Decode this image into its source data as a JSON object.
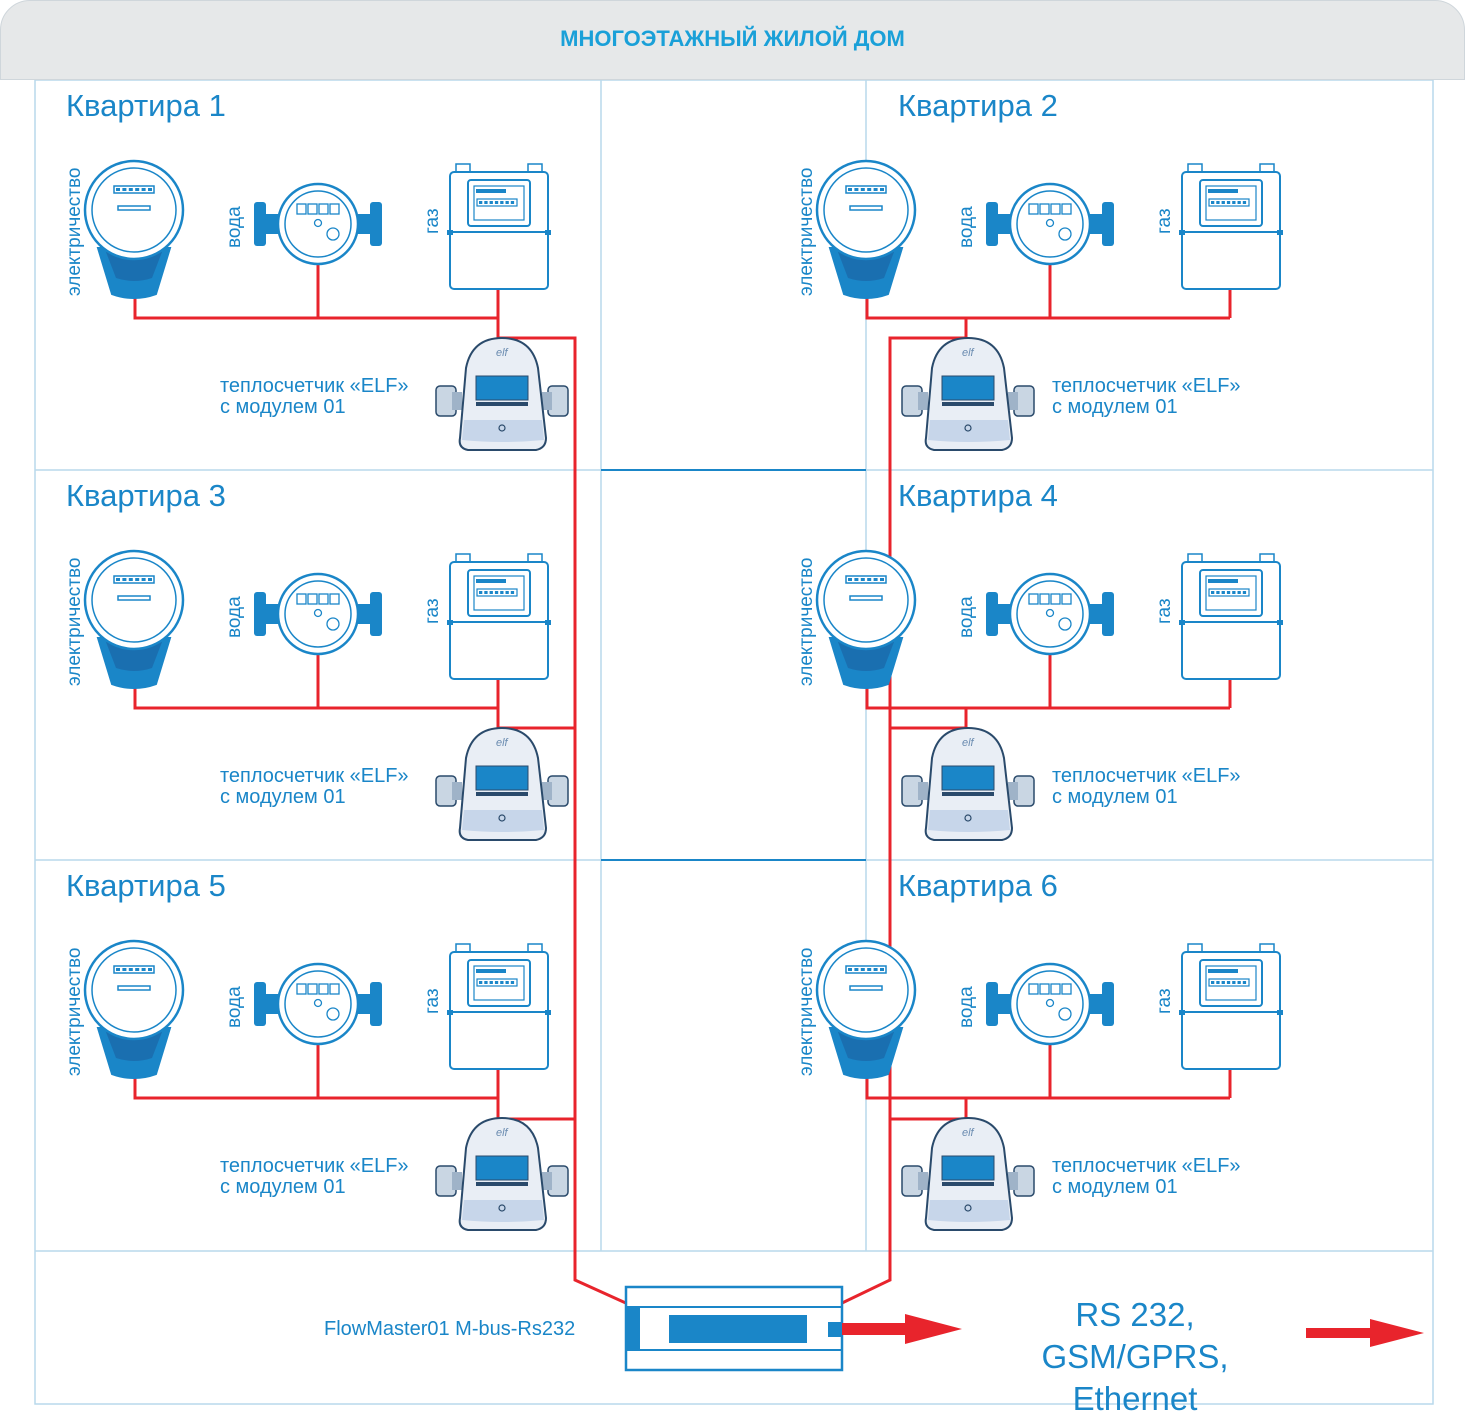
{
  "header": {
    "title": "МНОГОЭТАЖНЫЙ ЖИЛОЙ ДОМ"
  },
  "apartments": [
    {
      "title": "Квартира 1"
    },
    {
      "title": "Квартира 2"
    },
    {
      "title": "Квартира 3"
    },
    {
      "title": "Квартира 4"
    },
    {
      "title": "Квартира 5"
    },
    {
      "title": "Квартира 6"
    }
  ],
  "meters": {
    "electricity": "электричество",
    "water": "вода",
    "gas": "газ",
    "heat_line1": "теплосчетчик «ELF»",
    "heat_line2": "с модулем 01",
    "heat_logo": "elf"
  },
  "gateway": {
    "label": "FlowMaster01 M-bus-Rs232"
  },
  "output": {
    "line1": "RS 232, GSM/GPRS,",
    "line2": "Ethernet"
  },
  "colors": {
    "accent": "#1a86c8",
    "wire": "#e8242c",
    "device_blue": "#1a86c8",
    "header_bg": "#e6e8e9"
  },
  "icons": [
    "electricity-meter-icon",
    "water-meter-icon",
    "gas-meter-icon",
    "heat-meter-icon",
    "arrow-right-icon"
  ]
}
